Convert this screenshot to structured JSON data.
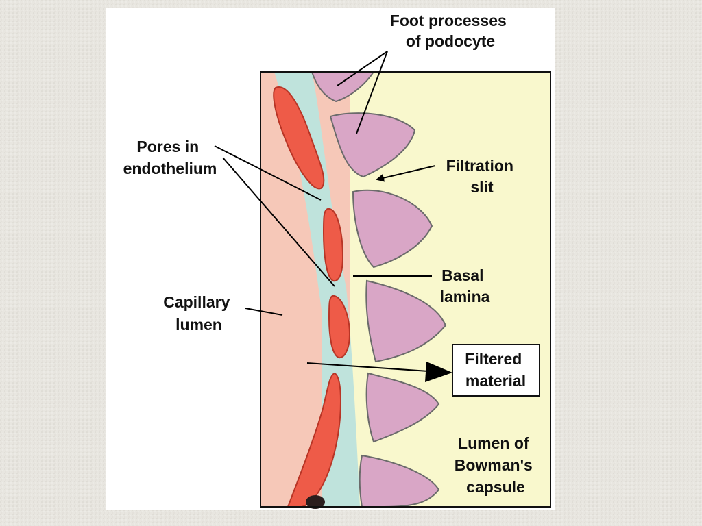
{
  "labels": {
    "foot_processes": [
      "Foot processes",
      "of podocyte"
    ],
    "pores": [
      "Pores in",
      "endothelium"
    ],
    "filtration_slit": [
      "Filtration",
      "slit"
    ],
    "basal_lamina": [
      "Basal",
      "lamina"
    ],
    "capillary_lumen": [
      "Capillary",
      "lumen"
    ],
    "filtered_material": [
      "Filtered",
      "material"
    ],
    "bowman": [
      "Lumen of",
      "Bowman's",
      "capsule"
    ]
  },
  "colors": {
    "capillary": "#f6c8b8",
    "endothelium": "#ee5b48",
    "basal_lamina": "#bfe3dc",
    "bowman_lumen": "#f9f8cd",
    "podocyte": "#d9a6c6"
  }
}
